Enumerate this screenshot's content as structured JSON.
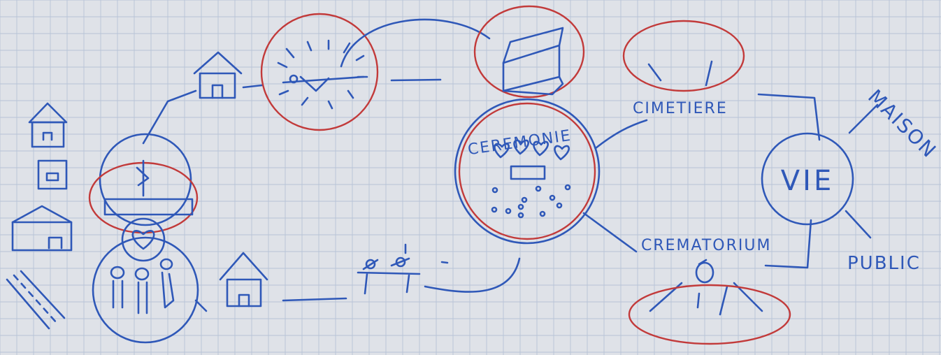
{
  "labels": {
    "ceremonie": "CEREMONIE",
    "cimetiere": "CIMETIERE",
    "crematorium": "CREMATORIUM",
    "vie": "VIE",
    "maison": "MAISON",
    "public": "PUBLIC"
  },
  "colors": {
    "paper": "#dfe2e8",
    "grid": "#b7c3d6",
    "blue_ink": "#2f58b8",
    "red_ink": "#c23a3a"
  },
  "icons": [
    "house-icon",
    "road-icon",
    "family-icon",
    "heart-icon",
    "candle-icon",
    "coffin-icon",
    "meeting-table-icon",
    "urn-icon"
  ]
}
